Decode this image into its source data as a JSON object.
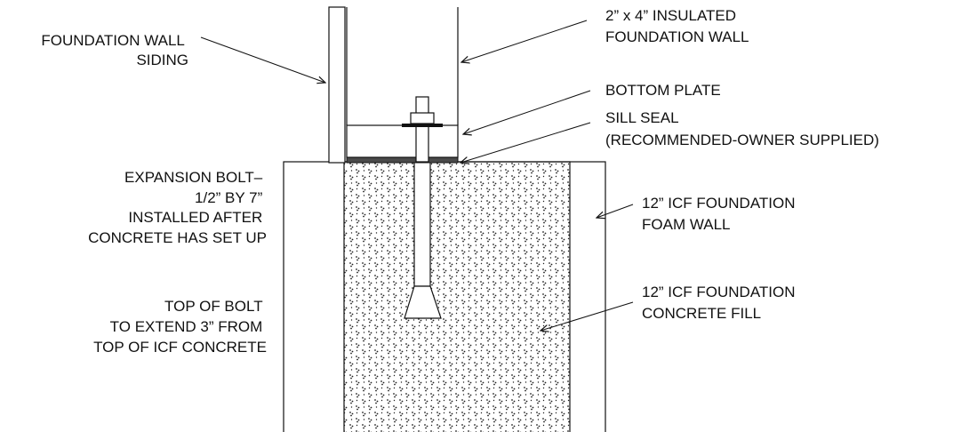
{
  "labels": {
    "foundation_wall_siding": [
      "FOUNDATION WALL",
      "SIDING"
    ],
    "insulated_wall": [
      "2” x 4” INSULATED",
      "FOUNDATION WALL"
    ],
    "bottom_plate": [
      "BOTTOM PLATE"
    ],
    "sill_seal": [
      "SILL SEAL",
      "(RECOMMENDED-OWNER SUPPLIED)"
    ],
    "expansion_bolt": [
      "EXPANSION BOLT–",
      "1/2” BY 7”",
      "INSTALLED AFTER",
      "CONCRETE HAS SET UP"
    ],
    "foam_wall": [
      "12” ICF FOUNDATION",
      "FOAM WALL"
    ],
    "top_of_bolt": [
      "TOP OF BOLT",
      "TO EXTEND 3” FROM",
      "TOP OF ICF CONCRETE"
    ],
    "concrete_fill": [
      "12” ICF FOUNDATION",
      "CONCRETE FILL"
    ]
  },
  "colors": {
    "line": "#111111",
    "sill_seal": "#4a4a4a",
    "concrete_dots": "#222222"
  }
}
